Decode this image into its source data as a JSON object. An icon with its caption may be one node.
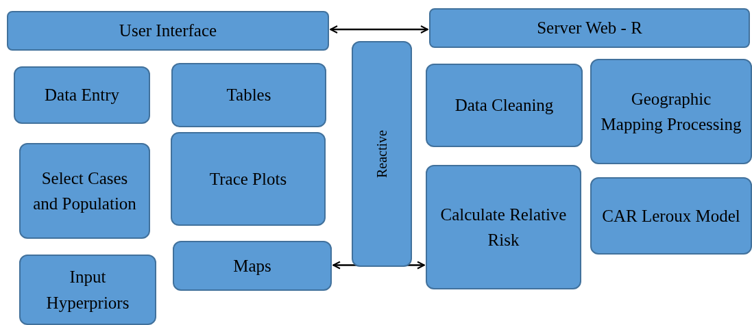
{
  "diagram": {
    "nodes": [
      {
        "text": [
          "User Interface"
        ]
      },
      {
        "text": [
          "Server Web - R"
        ]
      },
      {
        "text": [
          "Reactive"
        ]
      },
      {
        "text": [
          "Data Entry"
        ]
      },
      {
        "text": [
          "Tables"
        ]
      },
      {
        "text": [
          "Data Cleaning"
        ]
      },
      {
        "text": [
          "Geographic Mapping Processing"
        ]
      },
      {
        "text": [
          "Select Cases and Population"
        ]
      },
      {
        "text": [
          "Trace Plots"
        ]
      },
      {
        "text": [
          "Calculate Relative Risk"
        ]
      },
      {
        "text": [
          "CAR Leroux Model"
        ]
      },
      {
        "text": [
          "Input Hyperpriors"
        ]
      },
      {
        "text": [
          "Maps"
        ]
      }
    ],
    "edges": [
      {
        "from": 0,
        "to": 1,
        "arrow": "both"
      },
      {
        "from": 12,
        "to": 9,
        "arrow": "both"
      }
    ]
  }
}
